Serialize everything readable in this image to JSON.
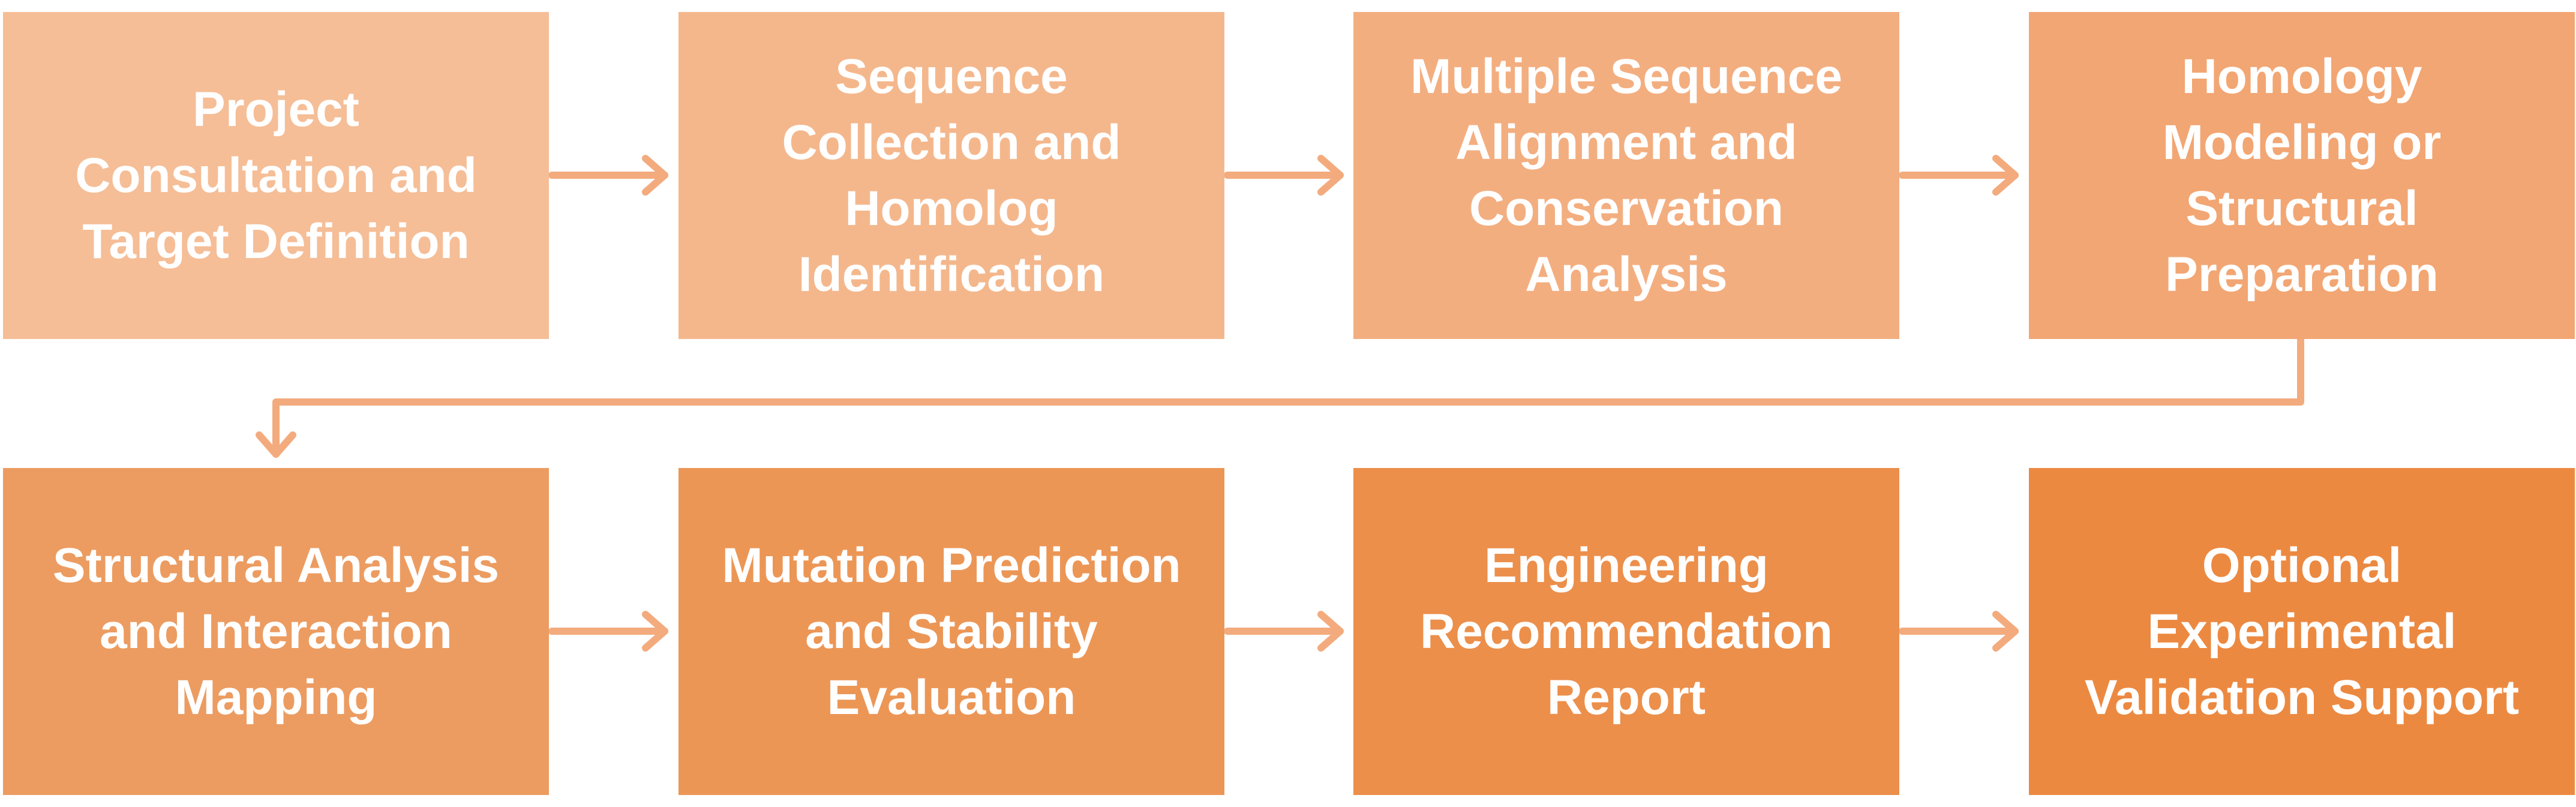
{
  "flowchart": {
    "steps": [
      {
        "label": "Project\nConsultation and\nTarget Definition",
        "color": "#f5be97"
      },
      {
        "label": "Sequence\nCollection and\nHomolog\nIdentification",
        "color": "#f4b78c"
      },
      {
        "label": "Multiple Sequence\nAlignment and\nConservation\nAnalysis",
        "color": "#f3ae80"
      },
      {
        "label": "Homology\nModeling or\nStructural\nPreparation",
        "color": "#f2a673"
      },
      {
        "label": "Structural Analysis\nand Interaction\nMapping",
        "color": "#ec9c61"
      },
      {
        "label": "Mutation Prediction\nand Stability\nEvaluation",
        "color": "#ec9656"
      },
      {
        "label": "Engineering\nRecommendation\nReport",
        "color": "#ec8f4b"
      },
      {
        "label": "Optional\nExperimental\nValidation Support",
        "color": "#ec8941"
      }
    ],
    "connector_color": "#f3ab7e"
  }
}
